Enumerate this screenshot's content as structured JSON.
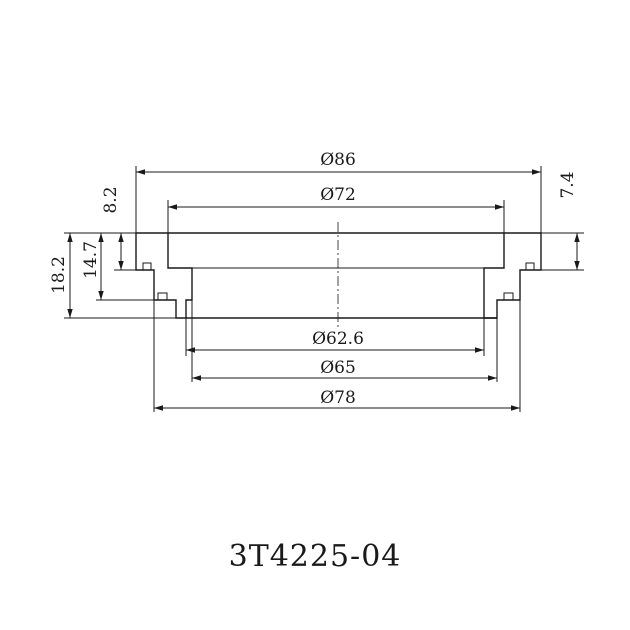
{
  "drawing": {
    "dimensions": {
      "d86": "Ø86",
      "d72": "Ø72",
      "d62_6": "Ø62.6",
      "d65": "Ø65",
      "d78": "Ø78",
      "h8_2": "8.2",
      "h14_7": "14.7",
      "h18_2": "18.2",
      "h7_4": "7.4"
    },
    "part_number": "3T4225-04"
  }
}
